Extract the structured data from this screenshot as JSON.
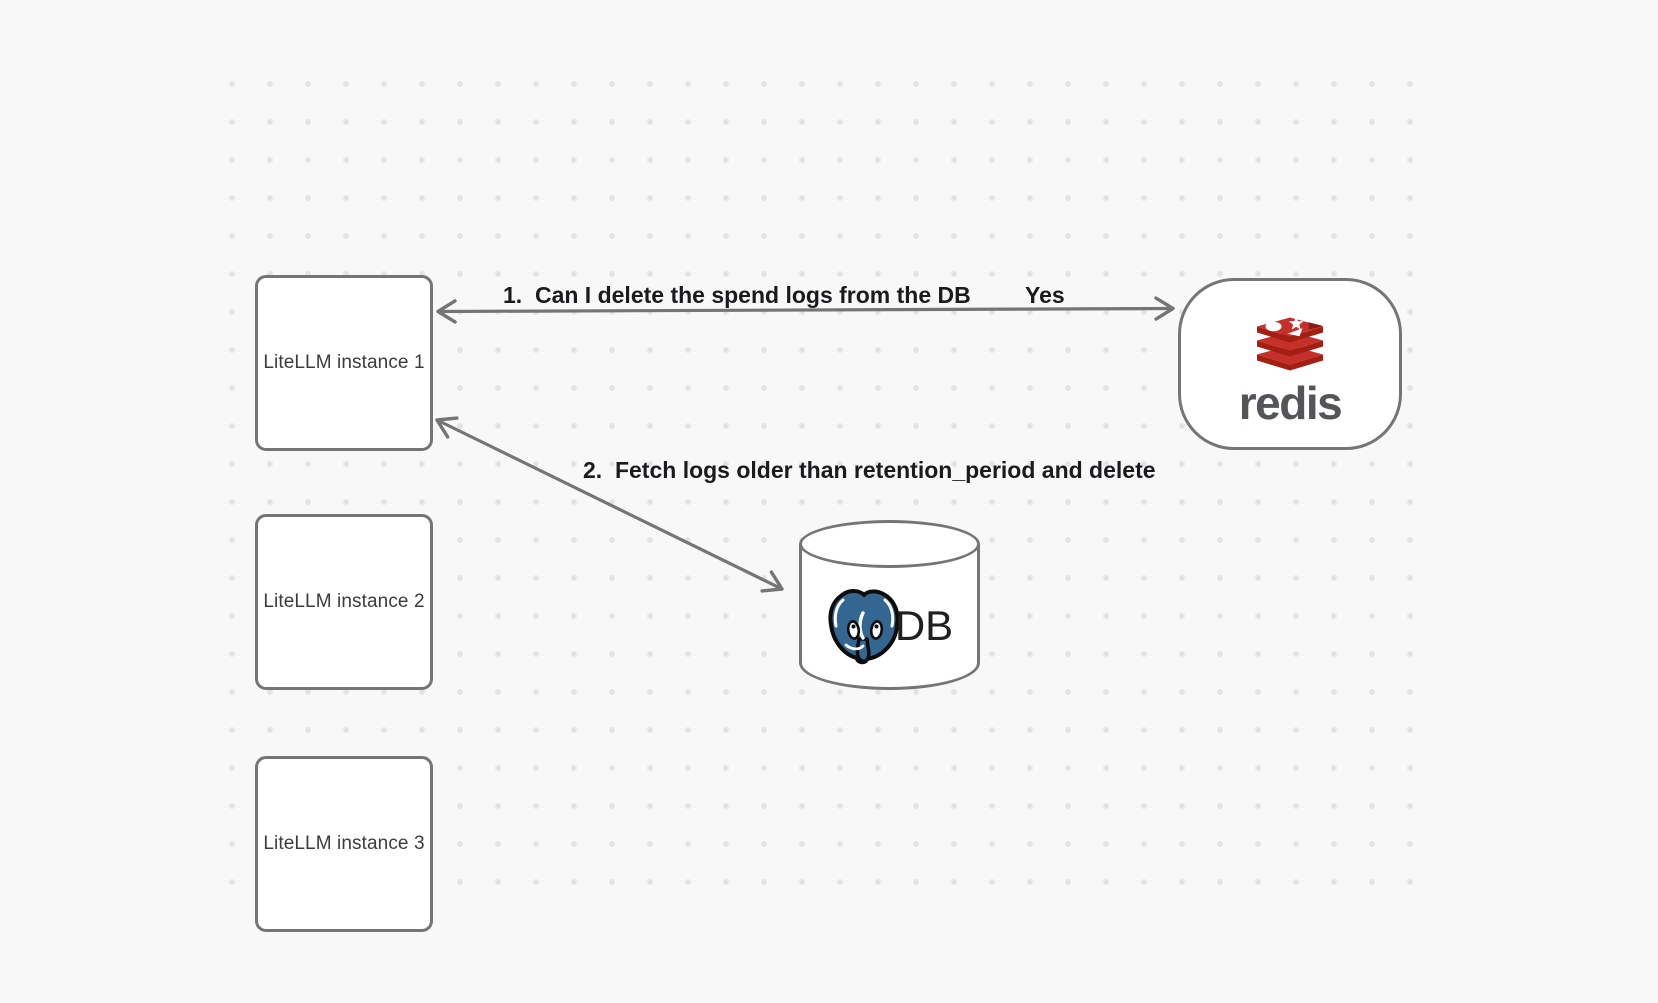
{
  "canvas": {
    "background_color": "#f8f8f8",
    "dot_color": "#e3e3e5",
    "stroke_color": "#757575",
    "label_color": "#1b1b1d"
  },
  "nodes": {
    "instance1": {
      "label": "LiteLLM instance 1"
    },
    "instance2": {
      "label": "LiteLLM instance 2"
    },
    "instance3": {
      "label": "LiteLLM instance 3"
    },
    "redis": {
      "label": "redis",
      "icon": "redis-logo-icon",
      "brand_red": "#c6302b",
      "brand_red_dark": "#a41e11"
    },
    "db": {
      "label": "DB",
      "icon": "postgresql-elephant-icon",
      "elephant_blue": "#336791"
    }
  },
  "edges": {
    "redis_edge": {
      "label": "1.  Can I delete the spend logs from the DB",
      "answer": "Yes",
      "from": "LiteLLM instance 1",
      "to": "redis",
      "arrowheads": "both"
    },
    "db_edge": {
      "label": "2.  Fetch logs older than retention_period and delete",
      "from": "LiteLLM instance 1",
      "to": "DB",
      "arrowheads": "both"
    }
  }
}
